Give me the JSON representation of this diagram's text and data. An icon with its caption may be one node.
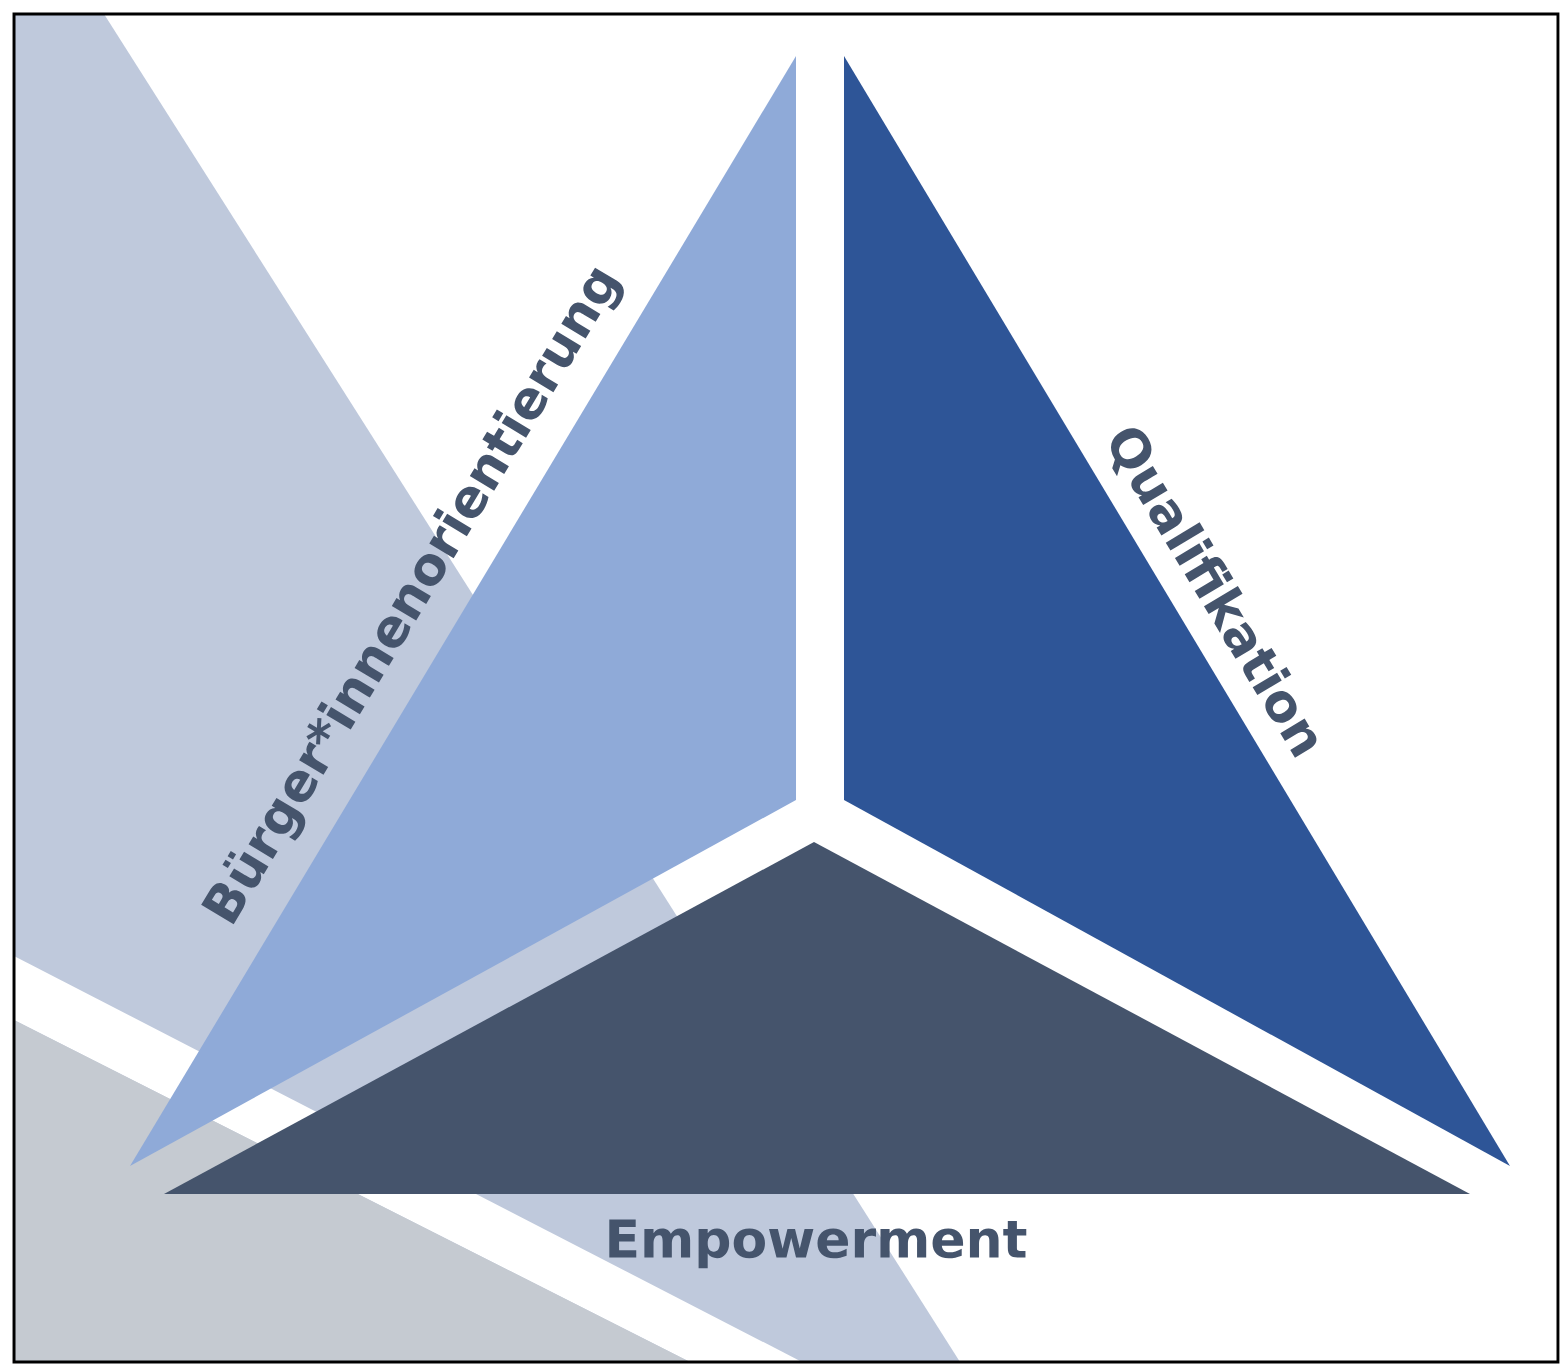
{
  "diagram": {
    "nodes": [
      {
        "text": [
          "Bürger*innenorientierung"
        ]
      },
      {
        "text": [
          "Qualifikation"
        ]
      },
      {
        "text": [
          "Empowerment"
        ]
      }
    ]
  }
}
